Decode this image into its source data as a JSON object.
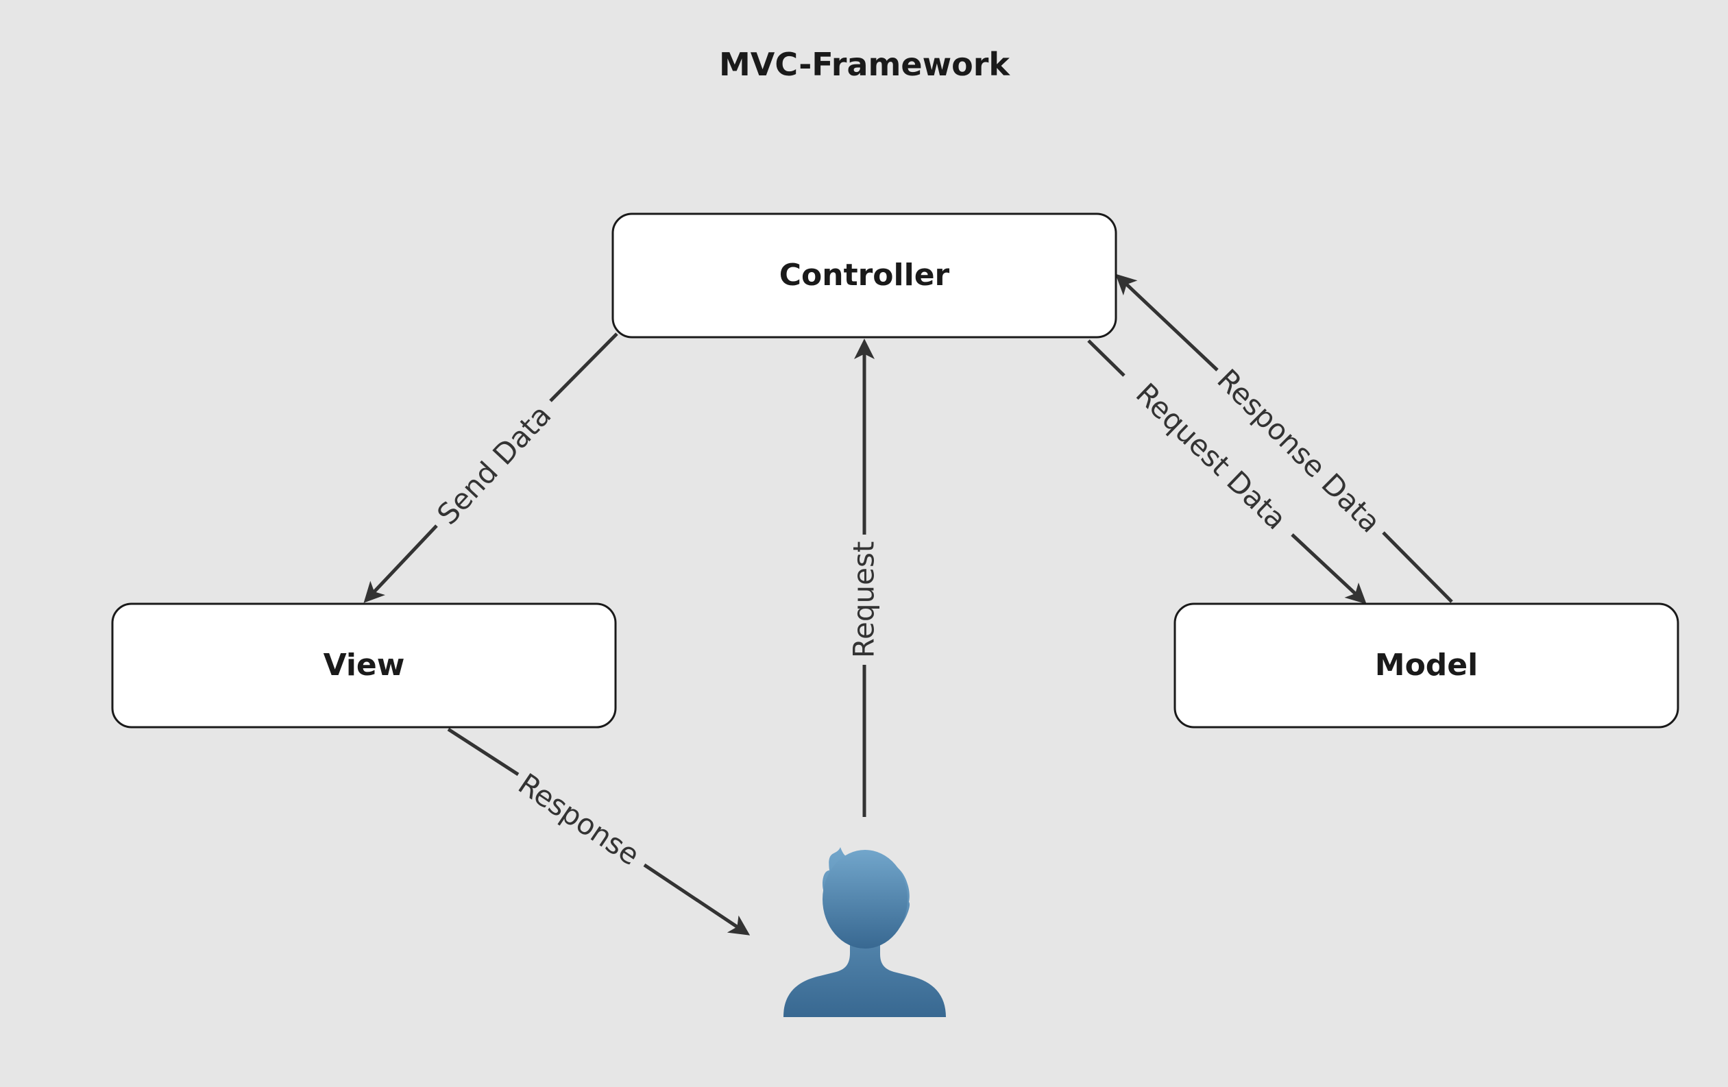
{
  "title": "MVC-Framework",
  "nodes": {
    "controller": "Controller",
    "view": "View",
    "model": "Model"
  },
  "actor": {
    "icon": "user-icon",
    "color_top": "#6fa3c8",
    "color_bottom": "#3a6a93"
  },
  "edges": {
    "send_data": "Send Data",
    "request": "Request",
    "request_data": "Request Data",
    "response_data": "Response Data",
    "response": "Response"
  },
  "colors": {
    "background": "#e6e6e6",
    "node_fill": "#ffffff",
    "stroke": "#1a1a1a",
    "edge": "#333333"
  }
}
